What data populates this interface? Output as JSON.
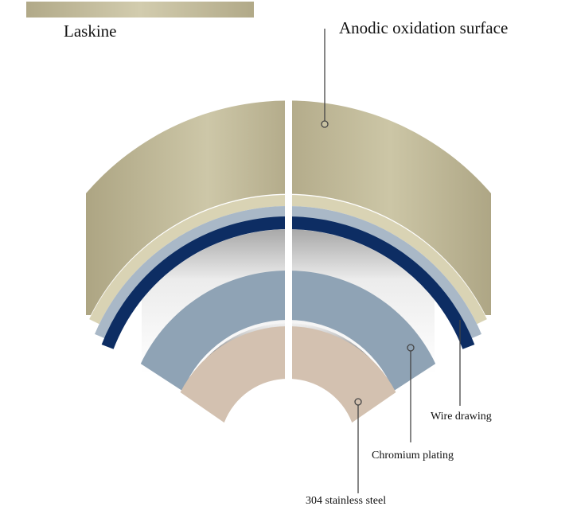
{
  "title_left": "Laskine",
  "title_right": "Anodic oxidation surface",
  "labels": {
    "wire_drawing": "Wire drawing",
    "chromium_plating": "Chromium plating",
    "stainless_steel": "304 stainless steel"
  },
  "colors": {
    "anodic_layer": "#b5ad8b",
    "anodic_highlight": "#cdc7a8",
    "beige_stripe": "#d9d3b4",
    "light_blue": "#a9b8c7",
    "navy": "#0d2d63",
    "chromium": "#8fa3b5",
    "steel": "#d3c1b0"
  }
}
